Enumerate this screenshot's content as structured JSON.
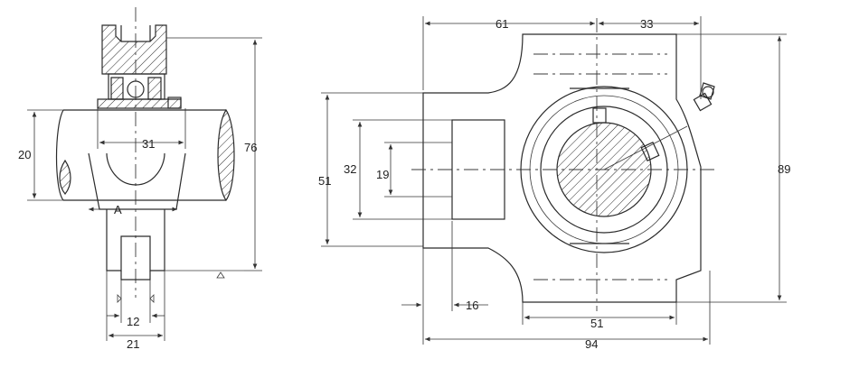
{
  "labels": {
    "section_A": "A",
    "dims_side": {
      "d20": "20",
      "d31": "31",
      "d76": "76",
      "d12": "12",
      "d21": "21"
    },
    "dims_front": {
      "d61": "61",
      "d33": "33",
      "d51_left": "51",
      "d32": "32",
      "d19": "19",
      "d16": "16",
      "d51_bottom": "51",
      "d94": "94",
      "d89": "89"
    }
  }
}
